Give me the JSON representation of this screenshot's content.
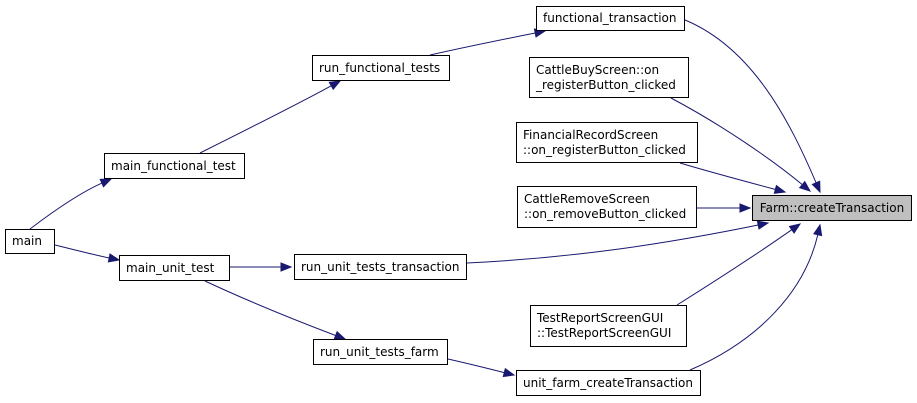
{
  "colors": {
    "edge": "#191970",
    "highlight_fill": "#bfbfbf",
    "node_border": "#000000"
  },
  "nodes": {
    "main": {
      "lines": [
        "main"
      ]
    },
    "main_functional_test": {
      "lines": [
        "main_functional_test"
      ]
    },
    "main_unit_test": {
      "lines": [
        "main_unit_test"
      ]
    },
    "run_functional_tests": {
      "lines": [
        "run_functional_tests"
      ]
    },
    "run_unit_tests_transaction": {
      "lines": [
        "run_unit_tests_transaction"
      ]
    },
    "run_unit_tests_farm": {
      "lines": [
        "run_unit_tests_farm"
      ]
    },
    "functional_transaction": {
      "lines": [
        "functional_transaction"
      ]
    },
    "cattle_buy": {
      "lines": [
        "CattleBuyScreen::on",
        "_registerButton_clicked"
      ]
    },
    "financial_record": {
      "lines": [
        "FinancialRecordScreen",
        "::on_registerButton_clicked"
      ]
    },
    "cattle_remove": {
      "lines": [
        "CattleRemoveScreen",
        "::on_removeButton_clicked"
      ]
    },
    "test_report": {
      "lines": [
        "TestReportScreenGUI",
        "::TestReportScreenGUI"
      ]
    },
    "unit_farm_create": {
      "lines": [
        "unit_farm_createTransaction"
      ]
    },
    "farm_create": {
      "lines": [
        "Farm::createTransaction"
      ]
    }
  },
  "edges": [
    [
      "main",
      "main_functional_test"
    ],
    [
      "main",
      "main_unit_test"
    ],
    [
      "main_functional_test",
      "run_functional_tests"
    ],
    [
      "run_functional_tests",
      "functional_transaction"
    ],
    [
      "main_unit_test",
      "run_unit_tests_transaction"
    ],
    [
      "main_unit_test",
      "run_unit_tests_farm"
    ],
    [
      "run_unit_tests_farm",
      "unit_farm_create"
    ],
    [
      "functional_transaction",
      "farm_create"
    ],
    [
      "cattle_buy",
      "farm_create"
    ],
    [
      "financial_record",
      "farm_create"
    ],
    [
      "cattle_remove",
      "farm_create"
    ],
    [
      "run_unit_tests_transaction",
      "farm_create"
    ],
    [
      "test_report",
      "farm_create"
    ],
    [
      "unit_farm_create",
      "farm_create"
    ]
  ]
}
